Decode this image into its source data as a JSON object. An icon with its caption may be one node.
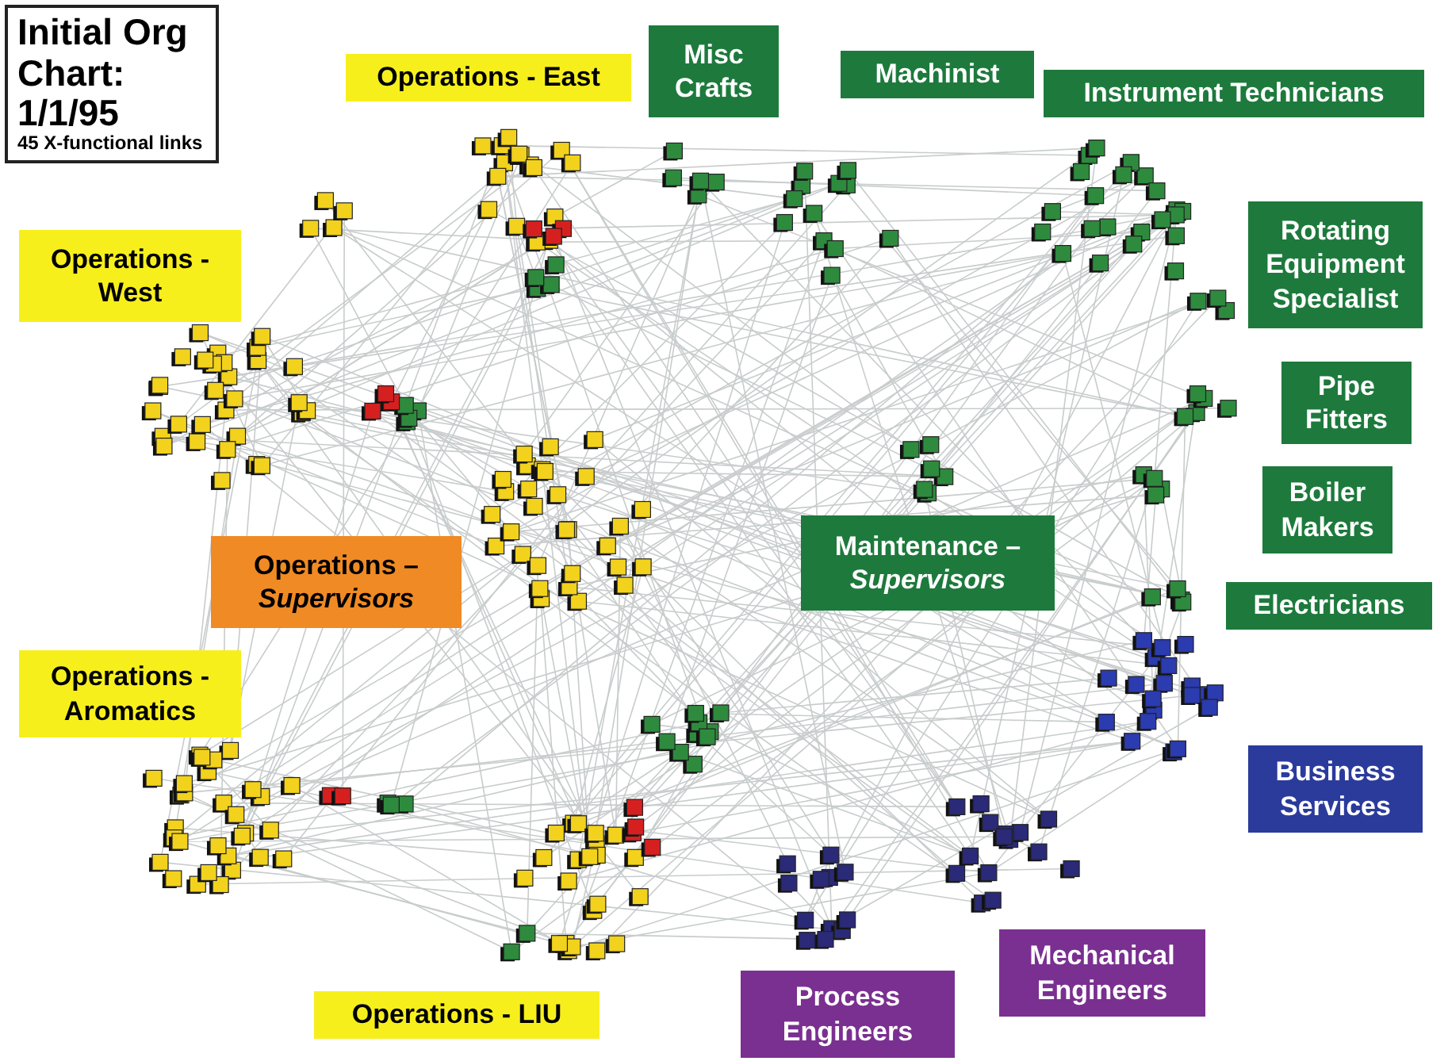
{
  "diagram": {
    "nodes": [
      {
        "text": [
          "Initial Org Chart: 1/1/95",
          "45 X-functional links"
        ]
      },
      {
        "text": [
          "Operations - East"
        ]
      },
      {
        "text": [
          "Misc Crafts"
        ]
      },
      {
        "text": [
          "Machinist"
        ]
      },
      {
        "text": [
          "Instrument Technicians"
        ]
      },
      {
        "text": [
          "Operations - West"
        ]
      },
      {
        "text": [
          "Rotating Equipment Specialist"
        ]
      },
      {
        "text": [
          "Pipe Fitters"
        ]
      },
      {
        "text": [
          "Boiler Makers"
        ]
      },
      {
        "text": [
          "Maintenance – *Supervisors*"
        ]
      },
      {
        "text": [
          "Operations – *Supervisors*"
        ]
      },
      {
        "text": [
          "Electricians"
        ]
      },
      {
        "text": [
          "Operations - Aromatics"
        ]
      },
      {
        "text": [
          "Business Services"
        ]
      },
      {
        "text": [
          "Mechanical Engineers"
        ]
      },
      {
        "text": [
          "Process Engineers"
        ]
      },
      {
        "text": [
          "Operations - LIU"
        ]
      }
    ]
  }
}
